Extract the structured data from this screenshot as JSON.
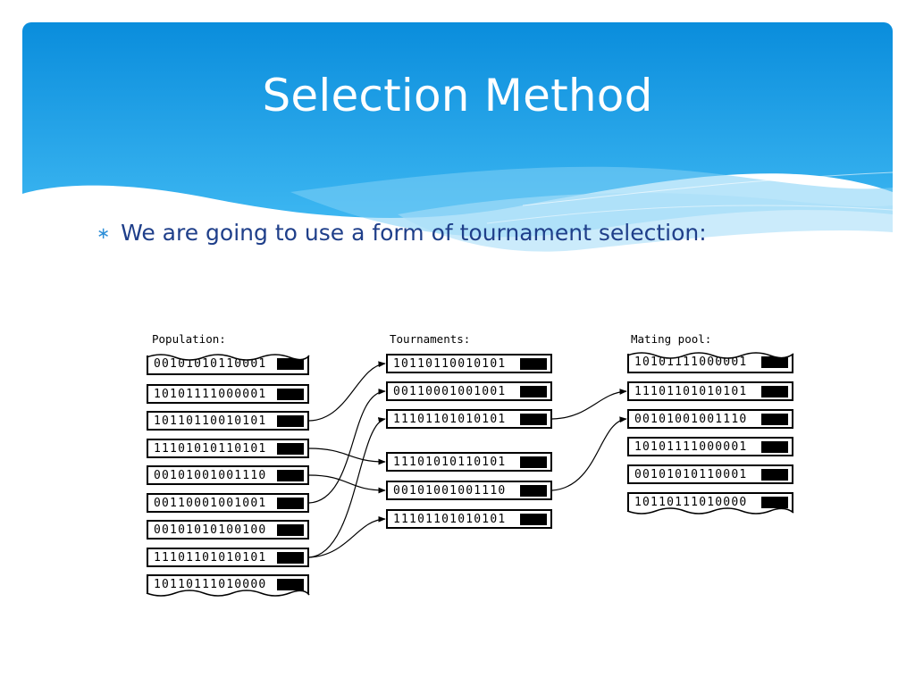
{
  "slide": {
    "title": "Selection Method",
    "bullet_icon": "asterisk-bullet-icon",
    "bullet_text": "We are going to use a form of tournament selection:"
  },
  "colors": {
    "header_top": "#0c8fdd",
    "header_bottom": "#34b3f0",
    "title": "#ffffff",
    "bullet_text": "#1f3f8a",
    "bullet_icon": "#2e8fd8"
  },
  "diagram": {
    "population": {
      "label": "Population:",
      "items": [
        "00101010110001",
        "10101111000001",
        "10110110010101",
        "11101010110101",
        "00101001001110",
        "00110001001001",
        "00101010100100",
        "11101101010101",
        "10110111010000"
      ]
    },
    "tournaments": {
      "label": "Tournaments:",
      "groups": [
        [
          "10110110010101",
          "00110001001001",
          "11101101010101"
        ],
        [
          "11101010110101",
          "00101001001110",
          "11101101010101"
        ]
      ]
    },
    "mating_pool": {
      "label": "Mating pool:",
      "items": [
        "10101111000001",
        "11101101010101",
        "00101001001110",
        "10101111000001",
        "00101010110001",
        "10110111010000"
      ]
    }
  }
}
